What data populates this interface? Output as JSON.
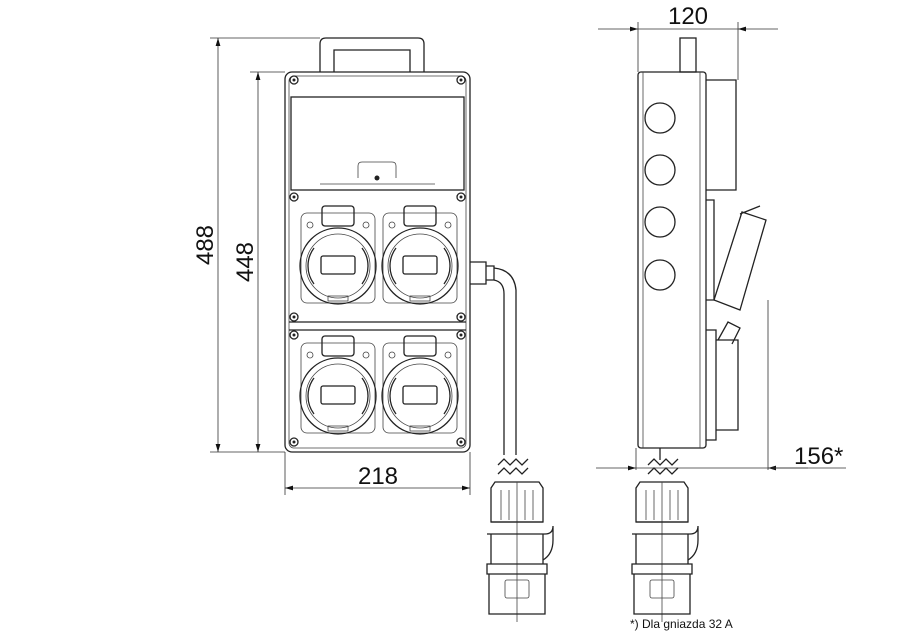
{
  "dimensions": {
    "width_front": "218",
    "height_total": "488",
    "height_body": "448",
    "depth_side": "120",
    "depth_with_socket": "156*"
  },
  "footnote": "*) Dla gniazda 32 A"
}
